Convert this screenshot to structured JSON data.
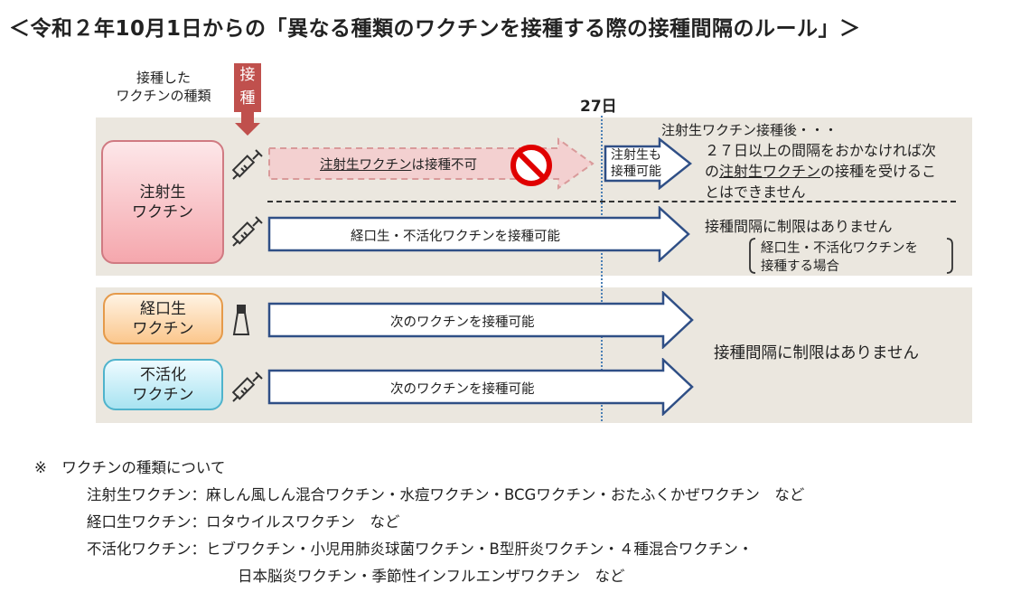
{
  "title": "＜令和２年10月1日からの「異なる種類のワクチンを接種する際の接種間隔のルール」＞",
  "header": {
    "vaccine_type_label": "接種した\nワクチンの種類",
    "injection_badge": "接\n種",
    "day_label": "27日"
  },
  "vaccines": {
    "injectable_live": "注射生\nワクチン",
    "oral_live": "経口生\nワクチン",
    "inactivated": "不活化\nワクチン"
  },
  "arrows": {
    "not_allowed_prefix": "注射生ワクチン",
    "not_allowed_suffix": "は接種不可",
    "after_small": "注射生も\n接種可能",
    "oral_inactive_ok": "経口生・不活化ワクチンを接種可能",
    "next_ok_oral": "次のワクチンを接種可能",
    "next_ok_inactive": "次のワクチンを接種可能"
  },
  "notes_right": {
    "after_injection": "注射生ワクチン接種後・・・",
    "rule_line1": "２７日以上の間隔をおかなければ次",
    "rule_line2_prefix": "の",
    "rule_line2_underline": "注射生ワクチン",
    "rule_line2_suffix": "の接種を受けるこ",
    "rule_line3": "とはできません",
    "no_limit_1": "接種間隔に制限はありません",
    "case_line1": "経口生・不活化ワクチンを",
    "case_line2": "接種する場合",
    "no_limit_2": "接種間隔に制限はありません"
  },
  "footnote": {
    "head": "※　ワクチンの種類について",
    "line1": "注射生ワクチン：麻しん風しん混合ワクチン・水痘ワクチン・BCGワクチン・おたふくかぜワクチン　など",
    "line2": "経口生ワクチン：ロタウイルスワクチン　など",
    "line3": "不活化ワクチン：ヒブワクチン・小児用肺炎球菌ワクチン・B型肝炎ワクチン・４種混合ワクチン・",
    "line4": "日本脳炎ワクチン・季節性インフルエンザワクチン　など"
  },
  "colors": {
    "panel": "#ebe7df",
    "arrow_border": "#2f4f86",
    "badge": "#c0504d",
    "prohibit": "#e00000",
    "dashed_arrow_fill": "#f3d0d0",
    "dashed_arrow_border": "#d99a9a"
  }
}
